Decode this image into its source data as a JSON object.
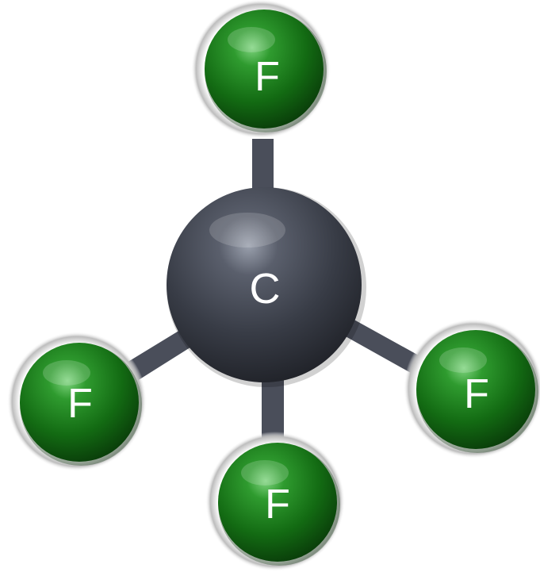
{
  "molecule": {
    "central_atom": {
      "symbol": "C",
      "color": "#3a3e48"
    },
    "outer_atoms": [
      {
        "id": "f-top",
        "symbol": "F"
      },
      {
        "id": "f-left",
        "symbol": "F"
      },
      {
        "id": "f-right",
        "symbol": "F"
      },
      {
        "id": "f-bottom",
        "symbol": "F"
      }
    ],
    "fluorine_color": "#1f7a1f",
    "bond_color": "#4a4e5a"
  }
}
